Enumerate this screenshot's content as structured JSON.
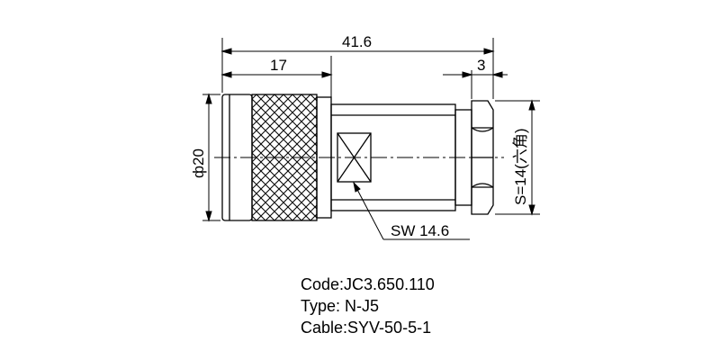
{
  "dimensions": {
    "overall_length": "41.6",
    "knurl_length": "17",
    "nut_length": "3",
    "diameter": "ф20",
    "hex_size": "S=14(六角)",
    "wrench_size": "SW 14.6"
  },
  "info": {
    "code": "Code:JC3.650.110",
    "type": "Type: N-J5",
    "cable": "Cable:SYV-50-5-1"
  }
}
